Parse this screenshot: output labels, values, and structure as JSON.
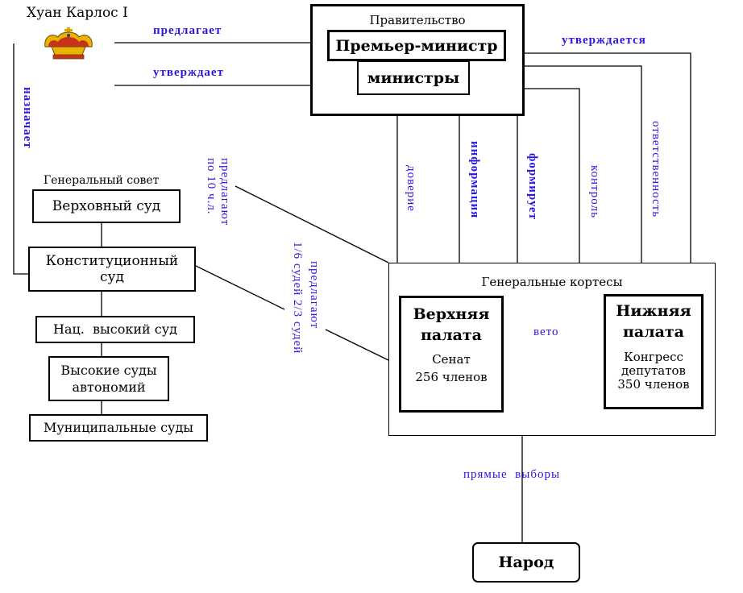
{
  "monarch": {
    "name": "Хуан Карлос I",
    "icon": "crown-icon"
  },
  "government": {
    "title": "Правительство",
    "prime_minister": "Премьер-министр",
    "ministers": "министры"
  },
  "monarch_links": {
    "proposes": "предлагает",
    "approves": "утверждает",
    "appoints": "назначает"
  },
  "gov_cortes_links": {
    "approved": "утверждается",
    "trust": "доверие",
    "information": "информация",
    "forms": "формирует",
    "control": "контроль",
    "responsibility": "ответственность"
  },
  "judiciary": {
    "council_label": "Генеральный совет",
    "supreme_court": "Верховный суд",
    "constitutional_court_line1": "Конституционный",
    "constitutional_court_line2": "суд",
    "national_high_court": "Нац.  высокий суд",
    "autonomy_courts_line1": "Высокие суды",
    "autonomy_courts_line2": "автономий",
    "municipal_courts": "Муниципальные суды"
  },
  "cortes_links": {
    "propose_10_line1": "предлагают",
    "propose_10_line2": "по 10 ч.л.",
    "propose_const_line1": "предлагают",
    "propose_const_line2": "1/6 судей 2/3 судей"
  },
  "cortes": {
    "title": "Генеральные кортесы",
    "upper": {
      "title_line1": "Верхняя",
      "title_line2": "палата",
      "name": "Сенат",
      "members": "256 членов"
    },
    "veto": "вето",
    "lower": {
      "title_line1": "Нижняя",
      "title_line2": "палата",
      "name_line1": "Конгресс",
      "name_line2": "депутатов",
      "members": "350 членов"
    }
  },
  "people": {
    "elections": "прямые  выборы",
    "label": "Народ"
  },
  "colors": {
    "link_text": "#2a14e6",
    "lines": "#000000"
  }
}
